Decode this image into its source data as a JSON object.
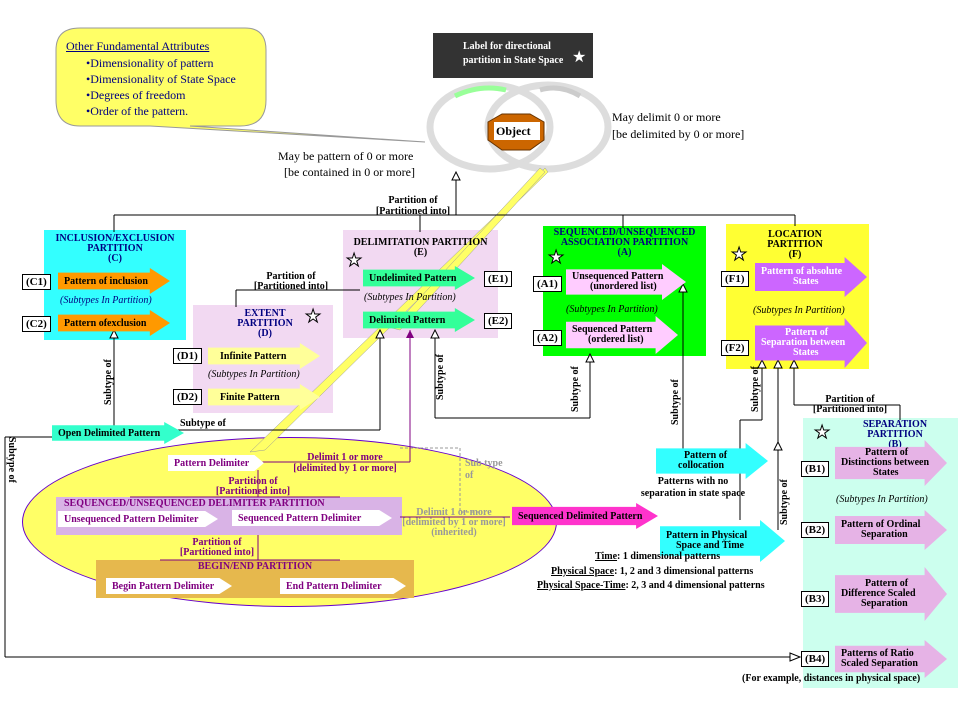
{
  "callout": {
    "title": "Other Fundamental Attributes",
    "items": [
      "•Dimensionality of pattern",
      "•Dimensionality of State Space",
      "•Degrees of freedom",
      "•Order of the pattern."
    ]
  },
  "label_box": "Label for directional partition in State Space",
  "object_label": "Object",
  "object_notes": {
    "right1": "May delimit 0 or more",
    "right2": "[be delimited by 0 or more]",
    "left1": "May be pattern of 0 or more",
    "left2": "[be contained in 0 or more]"
  },
  "top_partition": {
    "l1": "Partition of",
    "l2": "[Partitioned into]"
  },
  "partitions": {
    "c": {
      "title1": "INCLUSION/EXCLUSION",
      "title2": "PARTITION",
      "code": "(C)",
      "c1": "(C1)",
      "c1_label": "Pattern of inclusion",
      "subtypes": "(Subtypes In Partition)",
      "c2": "(C2)",
      "c2_label": "Pattern ofexclusion"
    },
    "d": {
      "title1": "EXTENT",
      "title2": "PARTITION",
      "code": "(D)",
      "d1": "(D1)",
      "d1_label": "Infinite Pattern",
      "subtypes": "(Subtypes In Partition)",
      "d2": "(D2)",
      "d2_label": "Finite Pattern"
    },
    "e": {
      "title1": "DELIMITATION PARTITION",
      "code": "(E)",
      "e1": "(E1)",
      "e1_label": "Undelimited Pattern",
      "subtypes": "(Subtypes In Partition)",
      "e2": "(E2)",
      "e2_label": "Delimited Pattern"
    },
    "a": {
      "title1": "SEQUENCED/UNSEQUENCED",
      "title2": "ASSOCIATION PARTITION",
      "code": "(A)",
      "a1": "(A1)",
      "a1_label1": "Unsequenced Pattern",
      "a1_label2": "(unordered list)",
      "subtypes": "(Subtypes In Partition)",
      "a2": "(A2)",
      "a2_label1": "Sequenced Pattern",
      "a2_label2": "(ordered list)"
    },
    "f": {
      "title1": "LOCATION",
      "title2": "PARTITION",
      "code": "(F)",
      "f1": "(F1)",
      "f1_label1": "Pattern of absolute",
      "f1_label2": "States",
      "subtypes": "(Subtypes In Partition)",
      "f2": "(F2)",
      "f2_label1": "Pattern of",
      "f2_label2": "Separation between",
      "f2_label3": "States"
    },
    "b": {
      "title1": "SEPARATION",
      "title2": "PARTITION",
      "code": "(B)",
      "b1": "(B1)",
      "b1_label1": "Pattern of",
      "b1_label2": "Distinctions between",
      "b1_label3": "States",
      "subtypes": "(Subtypes In Partition)",
      "b2": "(B2)",
      "b2_label1": "Pattern of Ordinal",
      "b2_label2": "Separation",
      "b3": "(B3)",
      "b3_label1": "Pattern of",
      "b3_label2": "Difference Scaled",
      "b3_label3": "Separation",
      "b4": "(B4)",
      "b4_label1": "Patterns of Ratio",
      "b4_label2": "Scaled Separation",
      "example": "(For example, distances in physical space)"
    }
  },
  "partition_of_d": {
    "l1": "Partition of",
    "l2": "[Partitioned into]"
  },
  "partition_of_b": {
    "l1": "Partition of",
    "l2": "[Partitioned into]"
  },
  "subtype_of": "Subtype of",
  "open_delimited": "Open Delimited Pattern",
  "delimiter": {
    "pattern_delimiter": "Pattern Delimiter",
    "delimit1": "Delimit 1 or more",
    "delimit2": "[delimited by 1 or more]",
    "partition_of1": "Partition of",
    "partition_of2": "[Partitioned into]",
    "seq_title": "SEQUENCED/UNSEQUENCED DELIMITER PARTITION",
    "unseq": "Unsequenced Pattern Delimiter",
    "seq": "Sequenced Pattern Delimiter",
    "partition_of3": "Partition of",
    "partition_of4": "[Partitioned into]",
    "be_title": "BEGIN/END PARTITION",
    "begin": "Begin Pattern Delimiter",
    "end": "End Pattern Delimiter"
  },
  "sub_type_of_grey": {
    "l1": "Sub type",
    "l2": "of"
  },
  "inherited": {
    "l1": "Delimit 1 or more",
    "l2": "[delimited by 1 or more]",
    "l3": "(inherited)"
  },
  "seq_delimited": "Sequenced Delimited Pattern",
  "collocation": {
    "l1": "Pattern of",
    "l2": "collocation",
    "note1": "Patterns with no",
    "note2": "separation in state space"
  },
  "physical": {
    "l1": "Pattern in Physical",
    "l2": "Space and Time"
  },
  "dims": {
    "time_k": "Time",
    "time_v": ": 1 dimensional patterns",
    "space_k": "Physical Space",
    "space_v": ": 1, 2 and 3 dimensional patterns",
    "st_k": "Physical Space-Time",
    "st_v": ": 2, 3 and 4 dimensional patterns"
  },
  "colors": {
    "cyan": "#33ffff",
    "yellow": "#ffff33",
    "green": "#00ff00",
    "lavender": "#ffccff",
    "purple_arrow": "#cc66ff",
    "orange": "#ff9900",
    "light_green_arrow": "#33ff99",
    "seafoam": "#ccffee",
    "ellipse": "#ffff66",
    "dark_box": "#333333",
    "mauve": "#e6ccf2"
  },
  "icons": [
    "star-icon",
    "object-icon",
    "arrow-icon"
  ]
}
